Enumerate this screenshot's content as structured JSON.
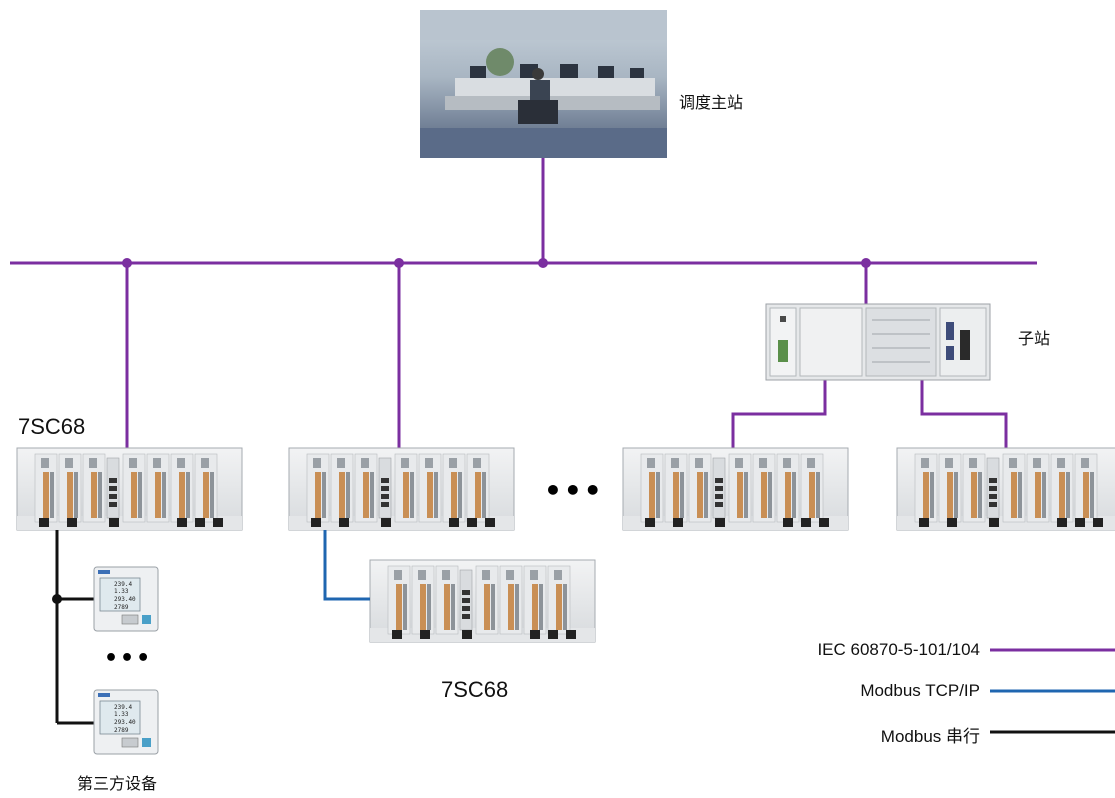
{
  "labels": {
    "control_center": "调度主站",
    "substation": "子站",
    "device_model_top": "7SC68",
    "device_model_bottom": "7SC68",
    "third_party": "第三方设备",
    "ellipsis_rack": "•••",
    "ellipsis_meter": "•••"
  },
  "legend": [
    {
      "label": "IEC 60870-5-101/104",
      "color": "#7b2fa0"
    },
    {
      "label": "Modbus TCP/IP",
      "color": "#1f66b0"
    },
    {
      "label": "Modbus 串行",
      "color": "#111111"
    }
  ],
  "meters": [
    {
      "readings": [
        "239.4",
        "1.33",
        "293.40",
        "2789"
      ]
    },
    {
      "readings": [
        "239.4",
        "1.33",
        "293.40",
        "2789"
      ]
    }
  ],
  "colors": {
    "bus": "#7b2fa0",
    "tcp": "#1f66b0",
    "serial": "#111111"
  }
}
